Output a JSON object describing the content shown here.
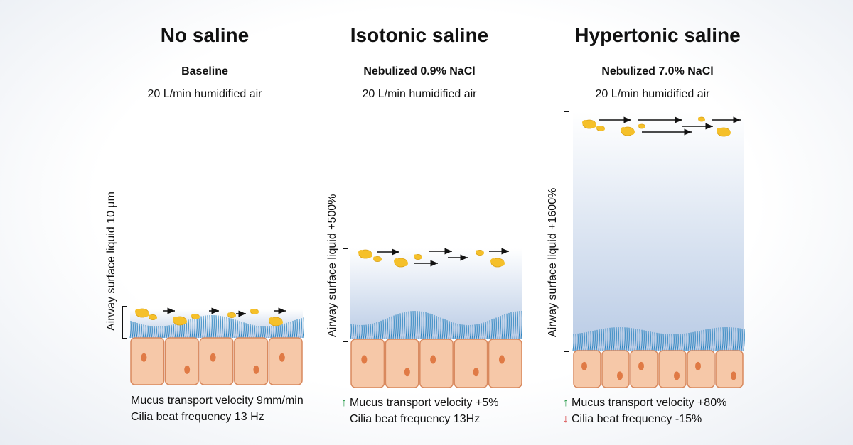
{
  "panels": [
    {
      "title": "No saline",
      "subtitle": "Baseline",
      "air": "20 L/min humidified air",
      "asl_label": "Airway surface liquid 10 µm",
      "results": [
        {
          "text": "Mucus transport velocity 9mm/min",
          "trend": "none"
        },
        {
          "text": "Cilia beat frequency 13 Hz",
          "trend": "none"
        }
      ]
    },
    {
      "title": "Isotonic saline",
      "subtitle": "Nebulized 0.9% NaCl",
      "air": "20 L/min humidified air",
      "asl_label": "Airway surface liquid +500%",
      "results": [
        {
          "text": "Mucus transport velocity +5%",
          "trend": "up"
        },
        {
          "text": "Cilia beat frequency 13Hz",
          "trend": "none"
        }
      ]
    },
    {
      "title": "Hypertonic saline",
      "subtitle": "Nebulized 7.0% NaCl",
      "air": "20 L/min humidified air",
      "asl_label": "Airway surface liquid +1600%",
      "results": [
        {
          "text": "Mucus transport velocity +80%",
          "trend": "up"
        },
        {
          "text": "Cilia beat frequency -15%",
          "trend": "down"
        }
      ]
    }
  ],
  "colors": {
    "cell_fill": "#f6c8a8",
    "cell_stroke": "#d9895e",
    "nucleus": "#e07a45",
    "cilia": "#2e86c1",
    "mucus": "#f5c02a",
    "asl_top": "#ffffff",
    "asl_bottom": "#b9cbe5",
    "arrow_up": "#2e9e4f",
    "arrow_down": "#d32f2f"
  }
}
